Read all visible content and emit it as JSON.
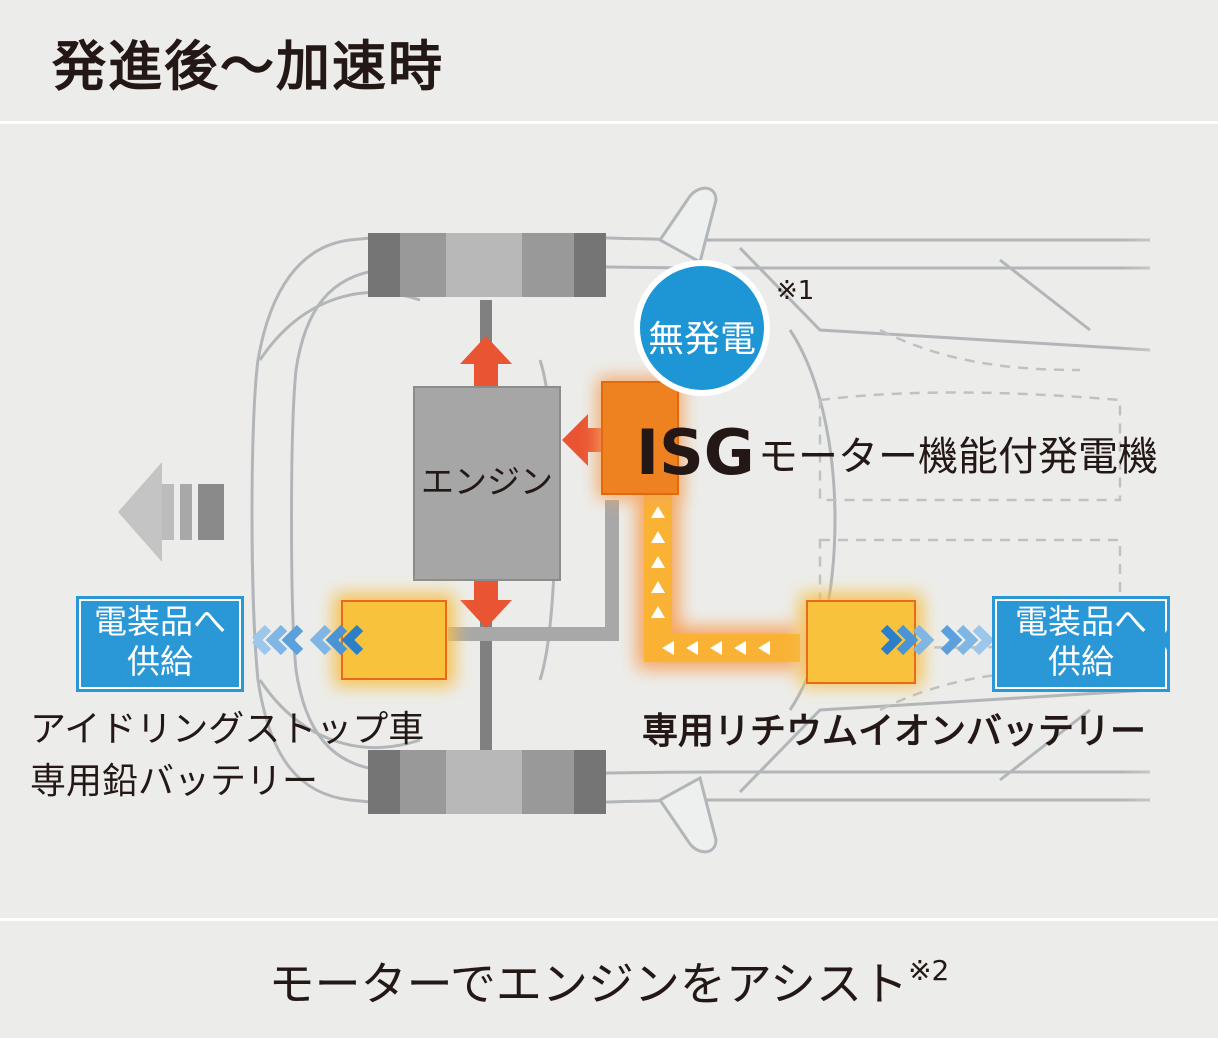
{
  "title": "発進後〜加速時",
  "engine_label": "エンジン",
  "isg": {
    "abbr": "ISG",
    "desc": "モーター機能付発電機"
  },
  "generation_status": "無発電",
  "note1": "※1",
  "supply_left": {
    "line1": "電装品へ",
    "line2": "供給"
  },
  "supply_right": {
    "line1": "電装品へ",
    "line2": "供給"
  },
  "lead_battery": {
    "line1": "アイドリングストップ車",
    "line2": "専用鉛バッテリー"
  },
  "li_battery": "専用リチウムイオンバッテリー",
  "caption": {
    "text": "モーターでエンジンをアシスト",
    "note": "※2"
  },
  "colors": {
    "arrow_red": "#e95432",
    "isg_orange": "#ef8220",
    "battery_yellow": "#f9c23c",
    "badge_blue": "#1e95d4",
    "supply_blue": "#2a97d6"
  }
}
